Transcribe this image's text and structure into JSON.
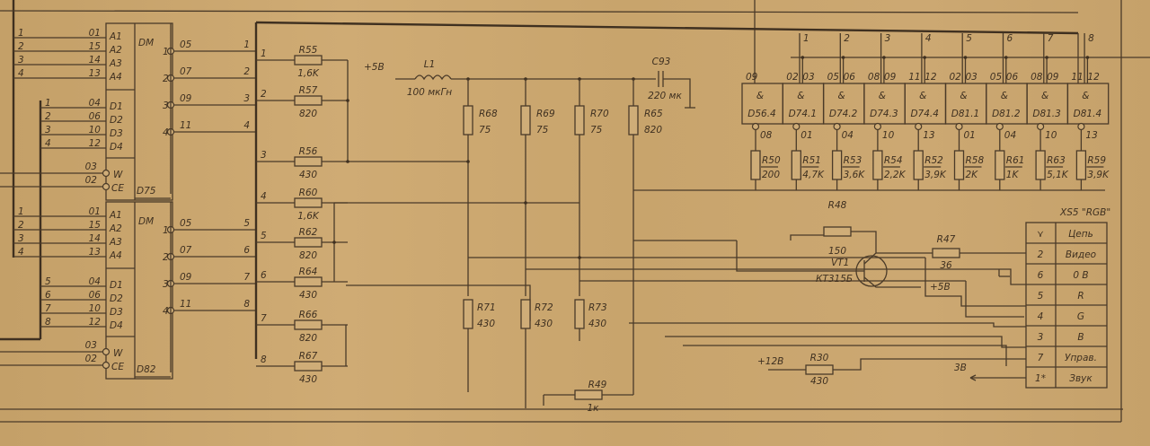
{
  "chips": [
    {
      "label": "D75",
      "type": "DM",
      "addr_in": [
        "1",
        "2",
        "3",
        "4"
      ],
      "addr_pins": [
        "01",
        "15",
        "14",
        "13"
      ],
      "addr_labels": [
        "A1",
        "A2",
        "A3",
        "A4"
      ],
      "data_in": [
        "1",
        "2",
        "3",
        "4"
      ],
      "data_pins": [
        "04",
        "06",
        "10",
        "12"
      ],
      "data_labels": [
        "D1",
        "D2",
        "D3",
        "D4"
      ],
      "w_pin": "03",
      "ce_pin": "02",
      "w_label": "W",
      "ce_label": "CE",
      "outs": [
        {
          "n": "1",
          "pin": "05",
          "bus": "1"
        },
        {
          "n": "2",
          "pin": "07",
          "bus": "2"
        },
        {
          "n": "3",
          "pin": "09",
          "bus": "3"
        },
        {
          "n": "4",
          "pin": "11",
          "bus": "4"
        }
      ]
    },
    {
      "label": "D82",
      "type": "DM",
      "addr_in": [
        "1",
        "2",
        "3",
        "4"
      ],
      "addr_pins": [
        "01",
        "15",
        "14",
        "13"
      ],
      "addr_labels": [
        "A1",
        "A2",
        "A3",
        "A4"
      ],
      "data_in": [
        "5",
        "6",
        "7",
        "8"
      ],
      "data_pins": [
        "04",
        "06",
        "10",
        "12"
      ],
      "data_labels": [
        "D1",
        "D2",
        "D3",
        "D4"
      ],
      "w_pin": "03",
      "ce_pin": "02",
      "w_label": "W",
      "ce_label": "CE",
      "outs": [
        {
          "n": "1",
          "pin": "05",
          "bus": "5"
        },
        {
          "n": "2",
          "pin": "07",
          "bus": "6"
        },
        {
          "n": "3",
          "pin": "09",
          "bus": "7"
        },
        {
          "n": "4",
          "pin": "11",
          "bus": "8"
        }
      ]
    }
  ],
  "ladder": [
    {
      "bus": "1",
      "name": "R55",
      "value": "1,6K"
    },
    {
      "bus": "2",
      "name": "R57",
      "value": "820"
    },
    {
      "bus": "3",
      "name": "R56",
      "value": "430"
    },
    {
      "bus": "4",
      "name": "R60",
      "value": "1,6K"
    },
    {
      "bus": "5",
      "name": "R62",
      "value": "820"
    },
    {
      "bus": "6",
      "name": "R64",
      "value": "430"
    },
    {
      "bus": "7",
      "name": "R66",
      "value": "820"
    },
    {
      "bus": "8",
      "name": "R67",
      "value": "430"
    }
  ],
  "power": {
    "supply": "+5В",
    "inductor_name": "L1",
    "inductor_value": "100 мкГн",
    "cap_name": "C93",
    "cap_value": "220 мк",
    "upper": [
      {
        "name": "R68",
        "value": "75"
      },
      {
        "name": "R69",
        "value": "75"
      },
      {
        "name": "R70",
        "value": "75"
      },
      {
        "name": "R65",
        "value": "820"
      }
    ],
    "lower": [
      {
        "name": "R71",
        "value": "430"
      },
      {
        "name": "R72",
        "value": "430"
      },
      {
        "name": "R73",
        "value": "430"
      }
    ],
    "r49": {
      "name": "R49",
      "value": "1к"
    }
  },
  "gates": {
    "bus_numbers": [
      "1",
      "2",
      "3",
      "4",
      "5",
      "6",
      "7",
      "8"
    ],
    "items": [
      {
        "in": [
          "09"
        ],
        "name": "D56.4",
        "out": "08",
        "r": "R50",
        "rv": "200"
      },
      {
        "in": [
          "02",
          "03"
        ],
        "name": "D74.1",
        "out": "01",
        "r": "R51",
        "rv": "4,7K"
      },
      {
        "in": [
          "05",
          "06"
        ],
        "name": "D74.2",
        "out": "04",
        "r": "R53",
        "rv": "3,6K"
      },
      {
        "in": [
          "08",
          "09"
        ],
        "name": "D74.3",
        "out": "10",
        "r": "R54",
        "rv": "2,2K"
      },
      {
        "in": [
          "11",
          "12"
        ],
        "name": "D74.4",
        "out": "13",
        "r": "R52",
        "rv": "3,9K"
      },
      {
        "in": [
          "02",
          "03"
        ],
        "name": "D81.1",
        "out": "01",
        "r": "R58",
        "rv": "2K"
      },
      {
        "in": [
          "05",
          "06"
        ],
        "name": "D81.2",
        "out": "04",
        "r": "R61",
        "rv": "1K"
      },
      {
        "in": [
          "08",
          "09"
        ],
        "name": "D81.3",
        "out": "10",
        "r": "R63",
        "rv": "5,1K"
      },
      {
        "in": [
          "11",
          "12"
        ],
        "name": "D81.4",
        "out": "13",
        "r": "R59",
        "rv": "3,9K"
      }
    ],
    "symbol": "&"
  },
  "transistor": {
    "name": "VT1",
    "type": "КТ315Б",
    "supply": "+5В",
    "r48": {
      "name": "R48",
      "value": "150"
    },
    "r47": {
      "name": "R47",
      "value": "36"
    }
  },
  "connector": {
    "title": "XS5 \"RGB\"",
    "rows": [
      {
        "pin": "⋎",
        "signal": "Цепь"
      },
      {
        "pin": "2",
        "signal": "Видео"
      },
      {
        "pin": "6",
        "signal": "0 В"
      },
      {
        "pin": "5",
        "signal": "R"
      },
      {
        "pin": "4",
        "signal": "G"
      },
      {
        "pin": "3",
        "signal": "B"
      },
      {
        "pin": "7",
        "signal": "Управ."
      },
      {
        "pin": "1*",
        "signal": "Звук"
      }
    ]
  },
  "audio": {
    "supply": "+12В",
    "r30": {
      "name": "R30",
      "value": "430"
    },
    "sound_label": "3В"
  }
}
